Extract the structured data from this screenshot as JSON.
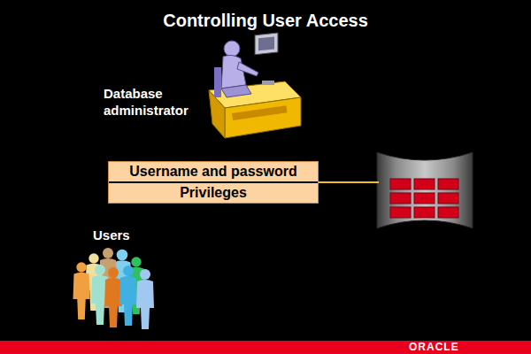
{
  "diagram": {
    "title": "Controlling User Access",
    "nodes": [
      {
        "text": [
          "Username and password",
          "Privileges"
        ]
      }
    ],
    "labels": [
      "Database administrator",
      "Users",
      "ORACLE"
    ]
  }
}
